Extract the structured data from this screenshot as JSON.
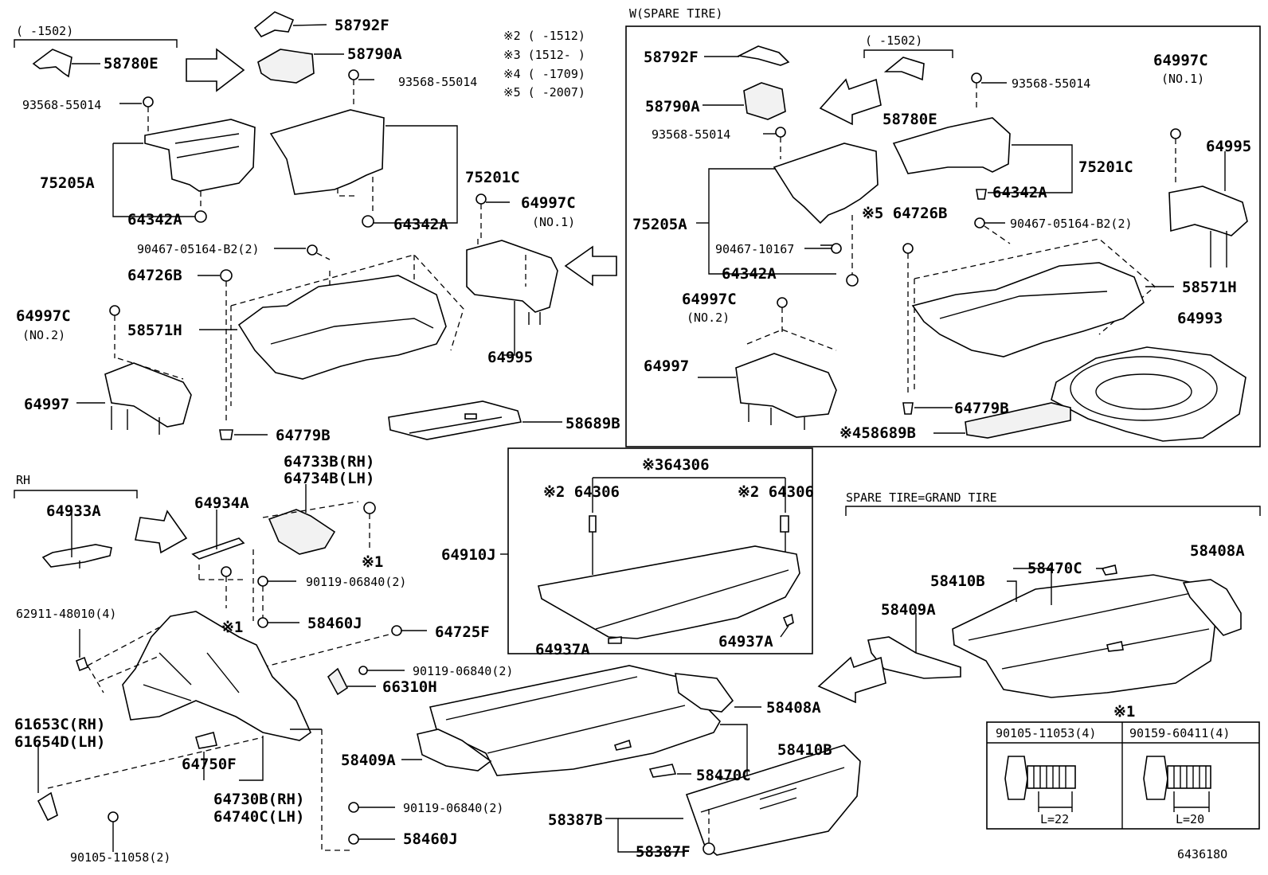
{
  "header_notes": {
    "range_1502": "(    -1502)",
    "note2": "※2 (     -1512)",
    "note3": "※3 (1512-     )",
    "note4": "※4 (     -1709)",
    "note5": "※5 (     -2007)"
  },
  "boxes": {
    "spare_tire": "W(SPARE TIRE)",
    "grand_tire": "SPARE TIRE=GRAND TIRE",
    "rh": "RH",
    "inner_range": "(    -1502)",
    "note1_mark": "※1"
  },
  "labels": {
    "p58792F_a": "58792F",
    "p58790A_a": "58790A",
    "p58780E_a": "58780E",
    "p93568_a": "93568-55014",
    "p93568_b": "93568-55014",
    "p75205A_a": "75205A",
    "p75201C_a": "75201C",
    "p64342A_a": "64342A",
    "p64342A_b": "64342A",
    "p64997C_a": "64997C",
    "no1_a": "(NO.1)",
    "p90467_a": "90467-05164-B2(2)",
    "p64726B_a": "64726B",
    "p64997C_b": "64997C",
    "no2_a": "(NO.2)",
    "p58571H_a": "58571H",
    "p64995_a": "64995",
    "p64997_a": "64997",
    "p64779B_a": "64779B",
    "p58689B_a": "58689B",
    "p64733B": "64733B(RH)",
    "p64734B": "64734B(LH)",
    "p64933A": "64933A",
    "p64934A": "64934A",
    "note1_x": "※1",
    "note1_y": "※1",
    "p90119_a": "90119-06840(2)",
    "p62911": "62911-48010(4)",
    "p58460J_a": "58460J",
    "p64725F": "64725F",
    "p90119_b": "90119-06840(2)",
    "p66310H": "66310H",
    "p61653C": "61653C(RH)",
    "p61654D": "61654D(LH)",
    "p64750F": "64750F",
    "p64730B": "64730B(RH)",
    "p64740C": "64740C(LH)",
    "p90105_11058": "90105-11058(2)",
    "p90119_c": "90119-06840(2)",
    "p58460J_b": "58460J",
    "p64306_top": "※364306",
    "p64306_l": "※2 64306",
    "p64306_r": "※2 64306",
    "p64910J": "64910J",
    "p64937A_l": "64937A",
    "p64937A_r": "64937A",
    "p58408A_mid": "58408A",
    "p58409A_mid": "58409A",
    "p58410B_mid": "58410B",
    "p58470C_mid": "58470C",
    "p58387B": "58387B",
    "p58387F": "58387F",
    "s58792F": "58792F",
    "s58790A": "58790A",
    "s93568_a": "93568-55014",
    "s58780E": "58780E",
    "s93568_b": "93568-55014",
    "s64997C": "64997C",
    "s_no1": "(NO.1)",
    "s64995": "64995",
    "s75201C": "75201C",
    "s64342A_a": "64342A",
    "s75205A": "75205A",
    "s64726B": "※5 64726B",
    "s90467_b2": "90467-05164-B2(2)",
    "s90467_10167": "90467-10167",
    "s64342A_b": "64342A",
    "s58571H": "58571H",
    "s64997C_2": "64997C",
    "s_no2": "(NO.2)",
    "s64993": "64993",
    "s64997": "64997",
    "s64779B": "64779B",
    "s58689B": "※458689B",
    "g58470C": "58470C",
    "g58408A": "58408A",
    "g58410B": "58410B",
    "g58409A": "58409A",
    "bolt1": "90105-11053(4)",
    "bolt2": "90159-60411(4)",
    "len1": "L=22",
    "len2": "L=20",
    "figure_no": "643618O"
  }
}
